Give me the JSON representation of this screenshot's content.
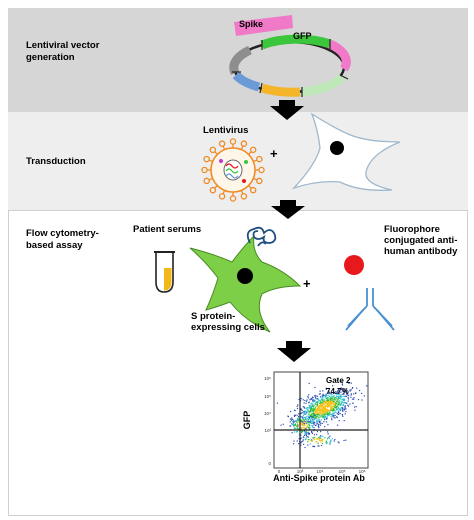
{
  "stages": [
    {
      "title": "Lentiviral vector\ngeneration"
    },
    {
      "title": "Transduction"
    },
    {
      "title": "Flow cytometry-\nbased assay"
    }
  ],
  "vector": {
    "insert_label": "Spike",
    "reporter_label": "GFP"
  },
  "virus_label": "Lentivirus",
  "plus_sign": "+",
  "serum_label": "Patient serums",
  "cell_label": "S protein-\nexpressing cells",
  "antibody_label": "Fluorophore\nconjugated anti-\nhuman antibody",
  "flow_plot": {
    "gate_label": "Gate 2",
    "gate_percent": "74.7%",
    "ylabel": "GFP",
    "xlabel": "Anti-Spike protein Ab",
    "yticks": [
      "10⁶",
      "10⁵",
      "10⁴",
      "10³",
      "0"
    ],
    "xticks": [
      "0",
      "10³",
      "10⁴",
      "10⁵",
      "10⁶"
    ]
  },
  "colors": {
    "spike_pink": "#f07ac8",
    "gfp_green": "#3cc63c",
    "cell_green": "#7ccf47",
    "virus_orange": "#f08a24",
    "antibody_blue": "#4a8fd1",
    "fluorophore_red": "#e8191c",
    "serum_yellow": "#f2b817"
  }
}
